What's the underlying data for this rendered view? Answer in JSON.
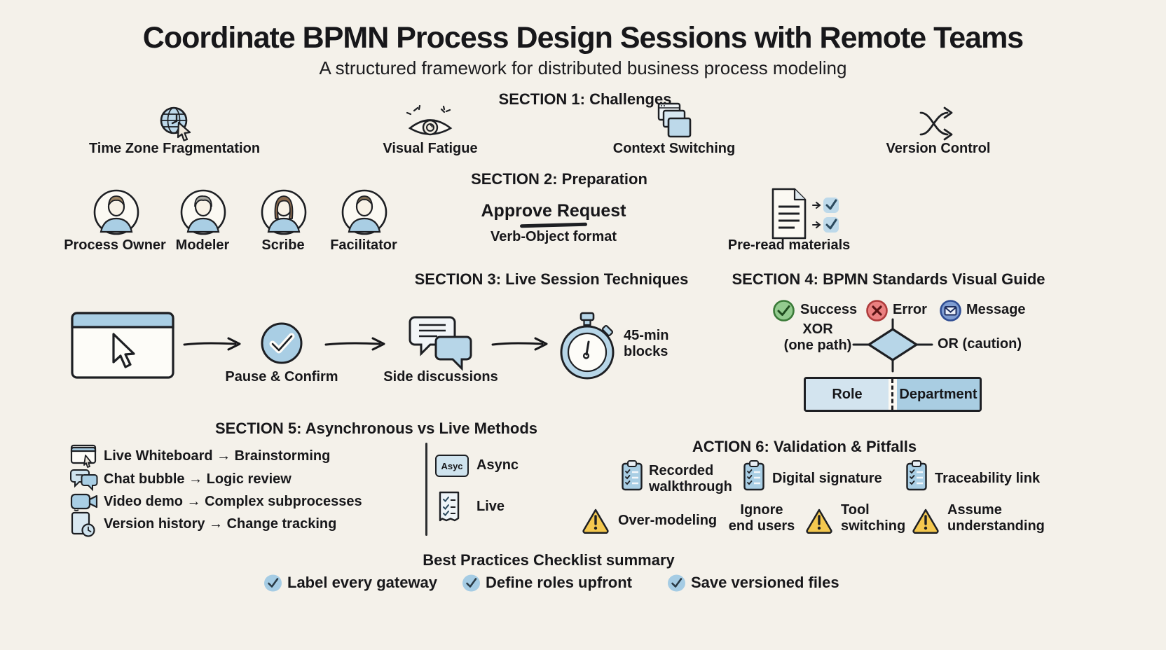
{
  "header": {
    "title": "Coordinate BPMN Process Design Sessions with Remote Teams",
    "subtitle": "A structured framework for distributed business process modeling"
  },
  "section1": {
    "title": "SECTION 1: Challenges",
    "items": [
      {
        "icon": "globe-clock-cursor-icon",
        "label": "Time Zone Fragmentation"
      },
      {
        "icon": "tired-eye-icon",
        "label": "Visual Fatigue"
      },
      {
        "icon": "stacked-windows-icon",
        "label": "Context Switching"
      },
      {
        "icon": "shuffle-arrows-icon",
        "label": "Version Control"
      }
    ]
  },
  "section2": {
    "title": "SECTION 2: Preparation",
    "roles": [
      {
        "icon": "avatar-icon",
        "label": "Process Owner"
      },
      {
        "icon": "avatar-icon",
        "label": "Modeler"
      },
      {
        "icon": "avatar-icon",
        "label": "Scribe"
      },
      {
        "icon": "avatar-icon",
        "label": "Facilitator"
      }
    ],
    "naming_example": {
      "title": "Approve Request",
      "caption": "Verb-Object format"
    },
    "preread": {
      "icon": "document-checks-icon",
      "label": "Pre-read materials"
    }
  },
  "section3": {
    "title": "SECTION 3: Live Session Techniques",
    "steps": [
      {
        "icon": "shared-screen-cursor-icon",
        "label": ""
      },
      {
        "icon": "check-circle-icon",
        "label": "Pause & Confirm"
      },
      {
        "icon": "chat-bubbles-icon",
        "label": "Side discussions"
      },
      {
        "icon": "stopwatch-icon",
        "label": "45-min\nblocks"
      }
    ]
  },
  "section4": {
    "title": "SECTION 4: BPMN Standards Visual Guide",
    "statuses": [
      {
        "icon": "success-circle-icon",
        "label": "Success",
        "color": "#93cb8f"
      },
      {
        "icon": "error-circle-icon",
        "label": "Error",
        "color": "#ea8080"
      },
      {
        "icon": "message-circle-icon",
        "label": "Message",
        "color": "#7e9cd1"
      }
    ],
    "gateway": {
      "left_label": "XOR",
      "left_caption": "(one path)",
      "right_label": "OR (caution)"
    },
    "lanes": [
      {
        "label": "Role"
      },
      {
        "label": "Department"
      }
    ]
  },
  "section5": {
    "title": "SECTION 5: Asynchronous vs Live Methods",
    "mappings": [
      {
        "icon": "whiteboard-cursor-icon",
        "label": "Live Whiteboard → Brainstorming"
      },
      {
        "icon": "chat-bubble-icon",
        "label": "Chat bubble → Logic review"
      },
      {
        "icon": "video-camera-icon",
        "label": "Video demo → Complex subprocesses"
      },
      {
        "icon": "version-history-icon",
        "label": "Version history → Change tracking"
      }
    ],
    "modes": [
      {
        "icon_text": "Asyc",
        "label": "Async"
      },
      {
        "icon": "checklist-doc-icon",
        "label": "Live"
      }
    ]
  },
  "section6": {
    "title": "ACTION 6: Validation & Pitfalls",
    "validations": [
      {
        "icon": "clipboard-checklist-icon",
        "label": "Recorded\nwalkthrough"
      },
      {
        "icon": "clipboard-checklist-icon",
        "label": "Digital signature"
      },
      {
        "icon": "clipboard-checklist-icon",
        "label": "Traceability link"
      }
    ],
    "pitfalls": [
      {
        "icon": "warning-triangle-icon",
        "label": "Over-modeling"
      },
      {
        "icon": "warning-triangle-icon",
        "label": "Ignore\nend users"
      },
      {
        "icon": "warning-triangle-icon",
        "label": "Tool\nswitching"
      },
      {
        "icon": "warning-triangle-icon",
        "label": "Assume\nunderstanding"
      }
    ]
  },
  "footer": {
    "title": "Best Practices Checklist summary",
    "items": [
      {
        "icon": "check-ellipse-icon",
        "label": "Label every gateway"
      },
      {
        "icon": "check-ellipse-icon",
        "label": "Define roles upfront"
      },
      {
        "icon": "check-ellipse-icon",
        "label": "Save versioned files"
      }
    ]
  },
  "colors": {
    "background": "#f4f1ea",
    "ink": "#17171a",
    "light_blue": "#b7d6e8",
    "pale_blue": "#d3e4ef",
    "warning_yellow": "#f4c84f",
    "success_green": "#93cb8f",
    "error_red": "#ea8080",
    "message_blue": "#7e9cd1"
  }
}
